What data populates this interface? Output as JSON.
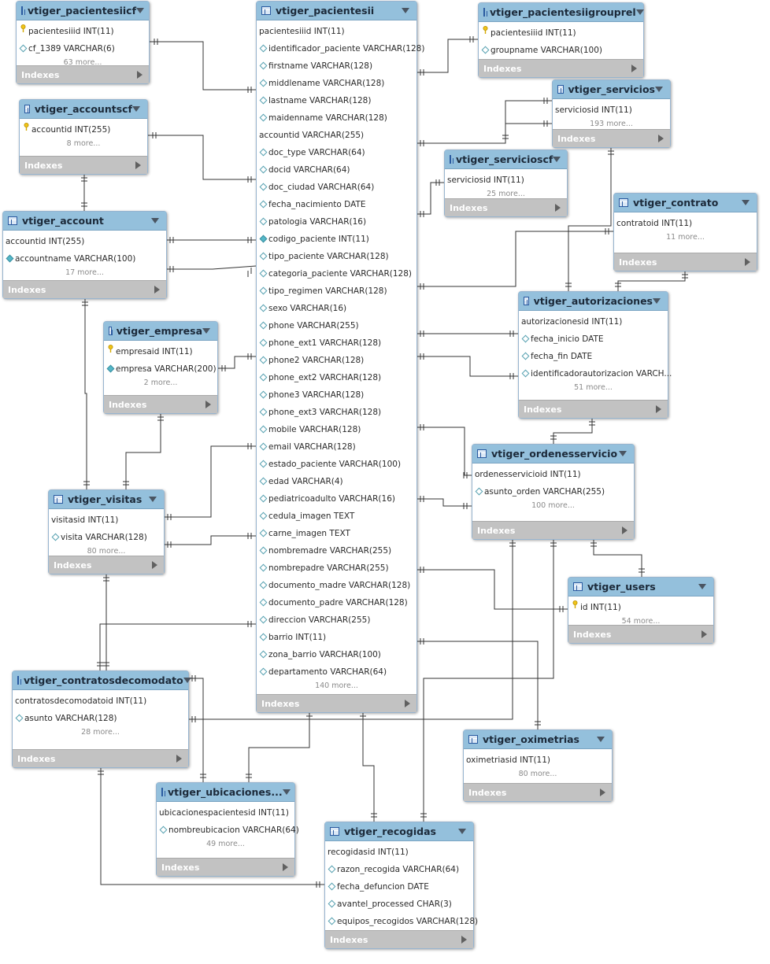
{
  "tables": {
    "pacientesiicf": {
      "title": "vtiger_pacientesiicf",
      "columns": [
        {
          "icon": "key",
          "text": "pacientesiiid INT(11)"
        },
        {
          "icon": "fk",
          "text": "cf_1389 VARCHAR(6)"
        }
      ],
      "more": "63 more...",
      "indexes": "Indexes"
    },
    "accountscf": {
      "title": "vtiger_accountscf",
      "columns": [
        {
          "icon": "key",
          "text": "accountid INT(255)"
        }
      ],
      "more": "8 more...",
      "indexes": "Indexes"
    },
    "account": {
      "title": "vtiger_account",
      "columns": [
        {
          "icon": "none",
          "text": "accountid INT(255)"
        },
        {
          "icon": "fkf",
          "text": "accountname VARCHAR(100)"
        }
      ],
      "more": "17 more...",
      "indexes": "Indexes"
    },
    "empresa": {
      "title": "vtiger_empresa",
      "columns": [
        {
          "icon": "key",
          "text": "empresaid INT(11)"
        },
        {
          "icon": "fkf",
          "text": "empresa VARCHAR(200)"
        }
      ],
      "more": "2 more...",
      "indexes": "Indexes"
    },
    "visitas": {
      "title": "vtiger_visitas",
      "columns": [
        {
          "icon": "none",
          "text": "visitasid INT(11)"
        },
        {
          "icon": "fk",
          "text": "visita VARCHAR(128)"
        }
      ],
      "more": "80 more...",
      "indexes": "Indexes"
    },
    "contratosdecomodato": {
      "title": "vtiger_contratosdecomodato",
      "columns": [
        {
          "icon": "none",
          "text": "contratosdecomodatoid INT(11)"
        },
        {
          "icon": "fk",
          "text": "asunto VARCHAR(128)"
        }
      ],
      "more": "28 more...",
      "indexes": "Indexes"
    },
    "ubicaciones": {
      "title": "vtiger_ubicaciones...",
      "columns": [
        {
          "icon": "none",
          "text": "ubicacionespacientesid INT(11)"
        },
        {
          "icon": "fk",
          "text": "nombreubicacion VARCHAR(64)"
        }
      ],
      "more": "49 more...",
      "indexes": "Indexes"
    },
    "pacientesii": {
      "title": "vtiger_pacientesii",
      "columns": [
        {
          "icon": "none",
          "text": "pacientesiiid INT(11)"
        },
        {
          "icon": "fk",
          "text": "identificador_paciente VARCHAR(128)"
        },
        {
          "icon": "fk",
          "text": "firstname VARCHAR(128)"
        },
        {
          "icon": "fk",
          "text": "middlename VARCHAR(128)"
        },
        {
          "icon": "fk",
          "text": "lastname VARCHAR(128)"
        },
        {
          "icon": "fk",
          "text": "maidenname VARCHAR(128)"
        },
        {
          "icon": "none",
          "text": "accountid VARCHAR(255)"
        },
        {
          "icon": "fk",
          "text": "doc_type VARCHAR(64)"
        },
        {
          "icon": "fk",
          "text": "docid VARCHAR(64)"
        },
        {
          "icon": "fk",
          "text": "doc_ciudad VARCHAR(64)"
        },
        {
          "icon": "fk",
          "text": "fecha_nacimiento DATE"
        },
        {
          "icon": "fk",
          "text": "patologia VARCHAR(16)"
        },
        {
          "icon": "fkf",
          "text": "codigo_paciente INT(11)"
        },
        {
          "icon": "fk",
          "text": "tipo_paciente VARCHAR(128)"
        },
        {
          "icon": "fk",
          "text": "categoria_paciente VARCHAR(128)"
        },
        {
          "icon": "fk",
          "text": "tipo_regimen VARCHAR(128)"
        },
        {
          "icon": "fk",
          "text": "sexo VARCHAR(16)"
        },
        {
          "icon": "fk",
          "text": "phone VARCHAR(255)"
        },
        {
          "icon": "fk",
          "text": "phone_ext1 VARCHAR(128)"
        },
        {
          "icon": "fk",
          "text": "phone2 VARCHAR(128)"
        },
        {
          "icon": "fk",
          "text": "phone_ext2 VARCHAR(128)"
        },
        {
          "icon": "fk",
          "text": "phone3 VARCHAR(128)"
        },
        {
          "icon": "fk",
          "text": "phone_ext3 VARCHAR(128)"
        },
        {
          "icon": "fk",
          "text": "mobile VARCHAR(128)"
        },
        {
          "icon": "fk",
          "text": "email VARCHAR(128)"
        },
        {
          "icon": "fk",
          "text": "estado_paciente VARCHAR(100)"
        },
        {
          "icon": "fk",
          "text": "edad VARCHAR(4)"
        },
        {
          "icon": "fk",
          "text": "pediatricoadulto VARCHAR(16)"
        },
        {
          "icon": "fk",
          "text": "cedula_imagen TEXT"
        },
        {
          "icon": "fk",
          "text": "carne_imagen TEXT"
        },
        {
          "icon": "fk",
          "text": "nombremadre VARCHAR(255)"
        },
        {
          "icon": "fk",
          "text": "nombrepadre VARCHAR(255)"
        },
        {
          "icon": "fk",
          "text": "documento_madre VARCHAR(128)"
        },
        {
          "icon": "fk",
          "text": "documento_padre VARCHAR(128)"
        },
        {
          "icon": "fk",
          "text": "direccion VARCHAR(255)"
        },
        {
          "icon": "fk",
          "text": "barrio INT(11)"
        },
        {
          "icon": "fk",
          "text": "zona_barrio VARCHAR(100)"
        },
        {
          "icon": "fk",
          "text": "departamento VARCHAR(64)"
        }
      ],
      "more": "140 more...",
      "indexes": "Indexes"
    },
    "pacientesiigrouprel": {
      "title": "vtiger_pacientesiigrouprel",
      "columns": [
        {
          "icon": "key",
          "text": "pacientesiiid INT(11)"
        },
        {
          "icon": "fk",
          "text": "groupname VARCHAR(100)"
        }
      ],
      "more": "",
      "indexes": "Indexes"
    },
    "servicios": {
      "title": "vtiger_servicios",
      "columns": [
        {
          "icon": "none",
          "text": "serviciosid INT(11)"
        }
      ],
      "more": "193 more...",
      "indexes": "Indexes"
    },
    "servicioscf": {
      "title": "vtiger_servicioscf",
      "columns": [
        {
          "icon": "none",
          "text": "serviciosid INT(11)"
        }
      ],
      "more": "25 more...",
      "indexes": "Indexes"
    },
    "contrato": {
      "title": "vtiger_contrato",
      "columns": [
        {
          "icon": "none",
          "text": "contratoid INT(11)"
        }
      ],
      "more": "11 more...",
      "indexes": "Indexes"
    },
    "autorizaciones": {
      "title": "vtiger_autorizaciones",
      "columns": [
        {
          "icon": "none",
          "text": "autorizacionesid INT(11)"
        },
        {
          "icon": "fk",
          "text": "fecha_inicio DATE"
        },
        {
          "icon": "fk",
          "text": "fecha_fin DATE"
        },
        {
          "icon": "fk",
          "text": "identificadorautorizacion VARCH..."
        }
      ],
      "more": "51 more...",
      "indexes": "Indexes"
    },
    "ordenesservicio": {
      "title": "vtiger_ordenesservicio",
      "columns": [
        {
          "icon": "none",
          "text": "ordenesservicioid INT(11)"
        },
        {
          "icon": "fk",
          "text": "asunto_orden VARCHAR(255)"
        }
      ],
      "more": "100 more...",
      "indexes": "Indexes"
    },
    "users": {
      "title": "vtiger_users",
      "columns": [
        {
          "icon": "key",
          "text": "id INT(11)"
        }
      ],
      "more": "54 more...",
      "indexes": "Indexes"
    },
    "oximetrias": {
      "title": "vtiger_oximetrias",
      "columns": [
        {
          "icon": "none",
          "text": "oximetriasid INT(11)"
        }
      ],
      "more": "80 more...",
      "indexes": "Indexes"
    },
    "recogidas": {
      "title": "vtiger_recogidas",
      "columns": [
        {
          "icon": "none",
          "text": "recogidasid INT(11)"
        },
        {
          "icon": "fk",
          "text": "razon_recogida VARCHAR(64)"
        },
        {
          "icon": "fk",
          "text": "fecha_defuncion DATE"
        },
        {
          "icon": "fk",
          "text": "avantel_processed CHAR(3)"
        },
        {
          "icon": "fk",
          "text": "equipos_recogidos VARCHAR(128)"
        }
      ],
      "more": "",
      "indexes": "Indexes"
    }
  },
  "colors": {
    "header": "#94c0dc",
    "indexes_bar": "#c2c2c2",
    "line": "#333333",
    "border": "#97b4cf"
  }
}
